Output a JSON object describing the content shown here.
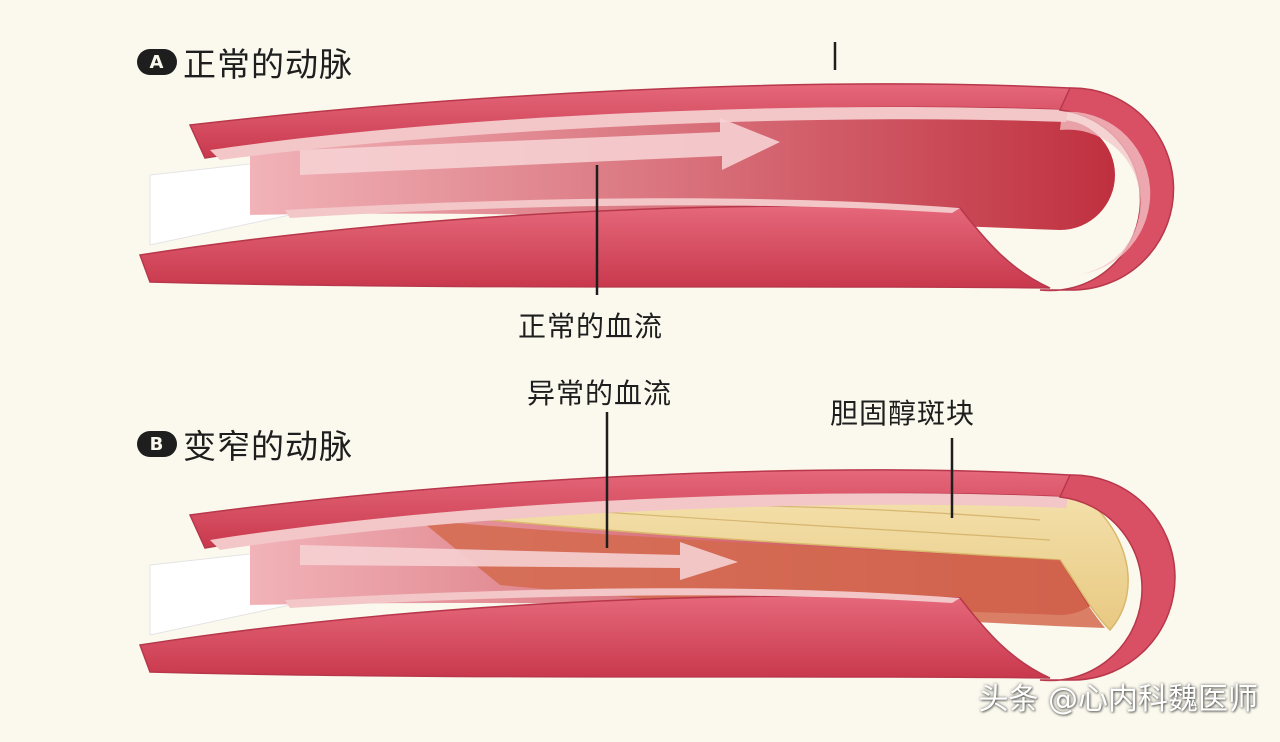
{
  "panel_a": {
    "badge": "A",
    "title": "正常的动脉"
  },
  "panel_b": {
    "badge": "B",
    "title": "变窄的动脉"
  },
  "labels": {
    "normal_flow": "正常的血流",
    "abnormal_flow": "异常的血流",
    "plaque": "胆固醇斑块"
  },
  "watermark": "头条 @心内科魏医师",
  "colors": {
    "background": "#fbf9ee",
    "artery_outer": "#d94f63",
    "artery_lumen": "#c33a4d",
    "artery_intima": "#f3c6c8",
    "plaque": "#efd99a",
    "text": "#1e1e1e"
  }
}
